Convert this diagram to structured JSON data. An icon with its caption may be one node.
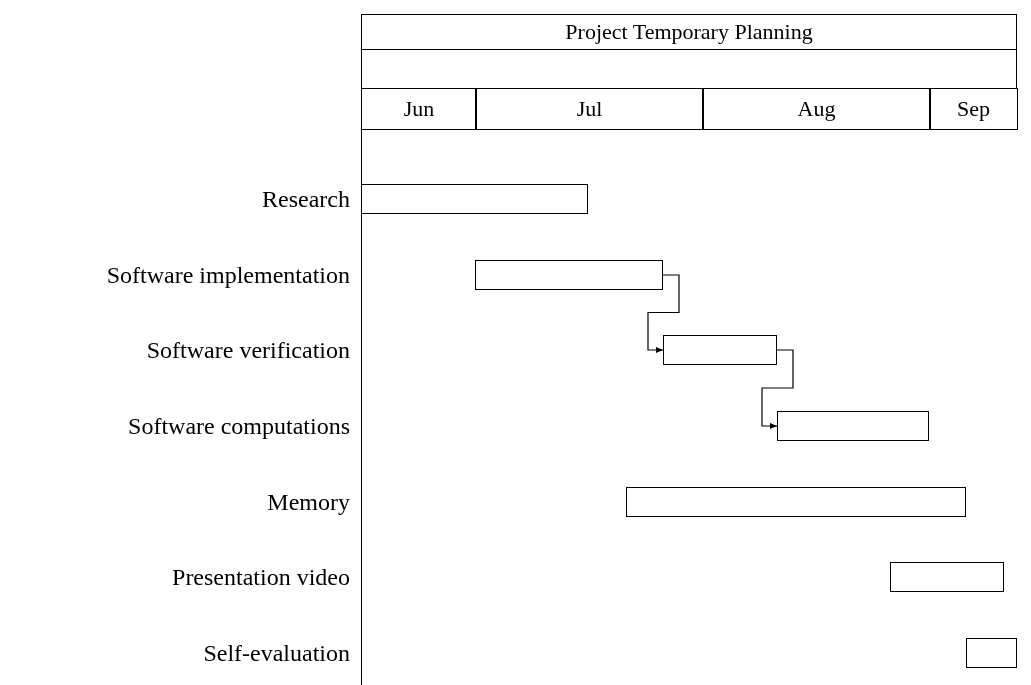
{
  "diagram": {
    "title": "Project Temporary Planning",
    "nodes": [
      {
        "text": [],
        "shape": "bar"
      },
      {
        "text": [],
        "shape": "bar"
      },
      {
        "text": [],
        "shape": "bar"
      },
      {
        "text": [],
        "shape": "bar"
      },
      {
        "text": [],
        "shape": "bar"
      },
      {
        "text": [],
        "shape": "bar"
      },
      {
        "text": [],
        "shape": "bar"
      }
    ],
    "edges": [
      {
        "from": 1,
        "to": 2,
        "arrow": "to"
      },
      {
        "from": 2,
        "to": 3,
        "arrow": "to"
      }
    ],
    "labels": [
      "Jun",
      "Jul",
      "Aug",
      "Sep",
      "Research",
      "Software implementation",
      "Software verification",
      "Software computations",
      "Memory",
      "Presentation video",
      "Self-evaluation"
    ]
  }
}
